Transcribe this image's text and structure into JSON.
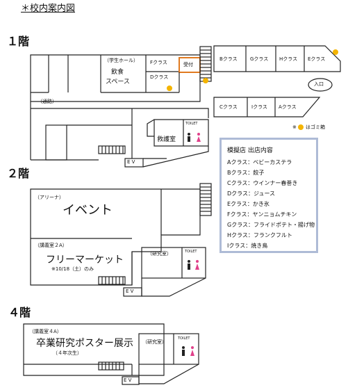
{
  "title": "＊校内案内図",
  "floors": {
    "f1": {
      "label": "１階",
      "student_hall": "（学生ホール）",
      "food_line1": "飲食",
      "food_line2": "スペース",
      "class_f": "Fクラス",
      "class_d": "Dクラス",
      "reception": "受付",
      "class_b": "Bクラス",
      "class_g": "Gクラス",
      "class_h": "Hクラス",
      "class_e": "Eクラス",
      "entrance": "入口",
      "passage": "（通路）",
      "class_c": "Cクラス",
      "class_i": "Iクラス",
      "class_a": "Aクラス",
      "trash_note": "※",
      "trash_label": "はゴミ箱",
      "nurse": "救護室",
      "toilet": "TOILET",
      "ev": "E V"
    },
    "f2": {
      "label": "２階",
      "arena": "（アリーナ）",
      "event": "イベント",
      "lecture": "（講義室２A）",
      "flea": "フリーマーケット",
      "flea_note": "※10/18（土）のみ",
      "lab": "（研究室）",
      "toilet": "TOILET",
      "ev": "E V"
    },
    "f4": {
      "label": "４階",
      "lecture": "（講義室４A）",
      "poster": "卒業研究ポスター展示",
      "poster_note": "（４年次生）",
      "lab": "（研究室）",
      "toilet": "TOILET",
      "ev": "E V"
    }
  },
  "legend": {
    "title": "模擬店 出店内容",
    "items": [
      "Aクラス：ベビーカステラ",
      "Bクラス：餃子",
      "Cクラス：ウインナー春巻き",
      "Dクラス：ジュース",
      "Eクラス：かき氷",
      "Fクラス：ヤンニョムチキン",
      "Gクラス：フライドポテト・揚げ物",
      "Hクラス：フランクフルト",
      "Iクラス：焼き鳥"
    ]
  },
  "colors": {
    "reception_border": "#e07a20",
    "trash_dot": "#f4b400",
    "legend_border": "#aebbd6",
    "male_icon": "#222222",
    "female_icon": "#e0408a"
  },
  "icons": [
    "male-toilet-icon",
    "female-toilet-icon",
    "trash-dot-icon",
    "stairs-icon"
  ]
}
